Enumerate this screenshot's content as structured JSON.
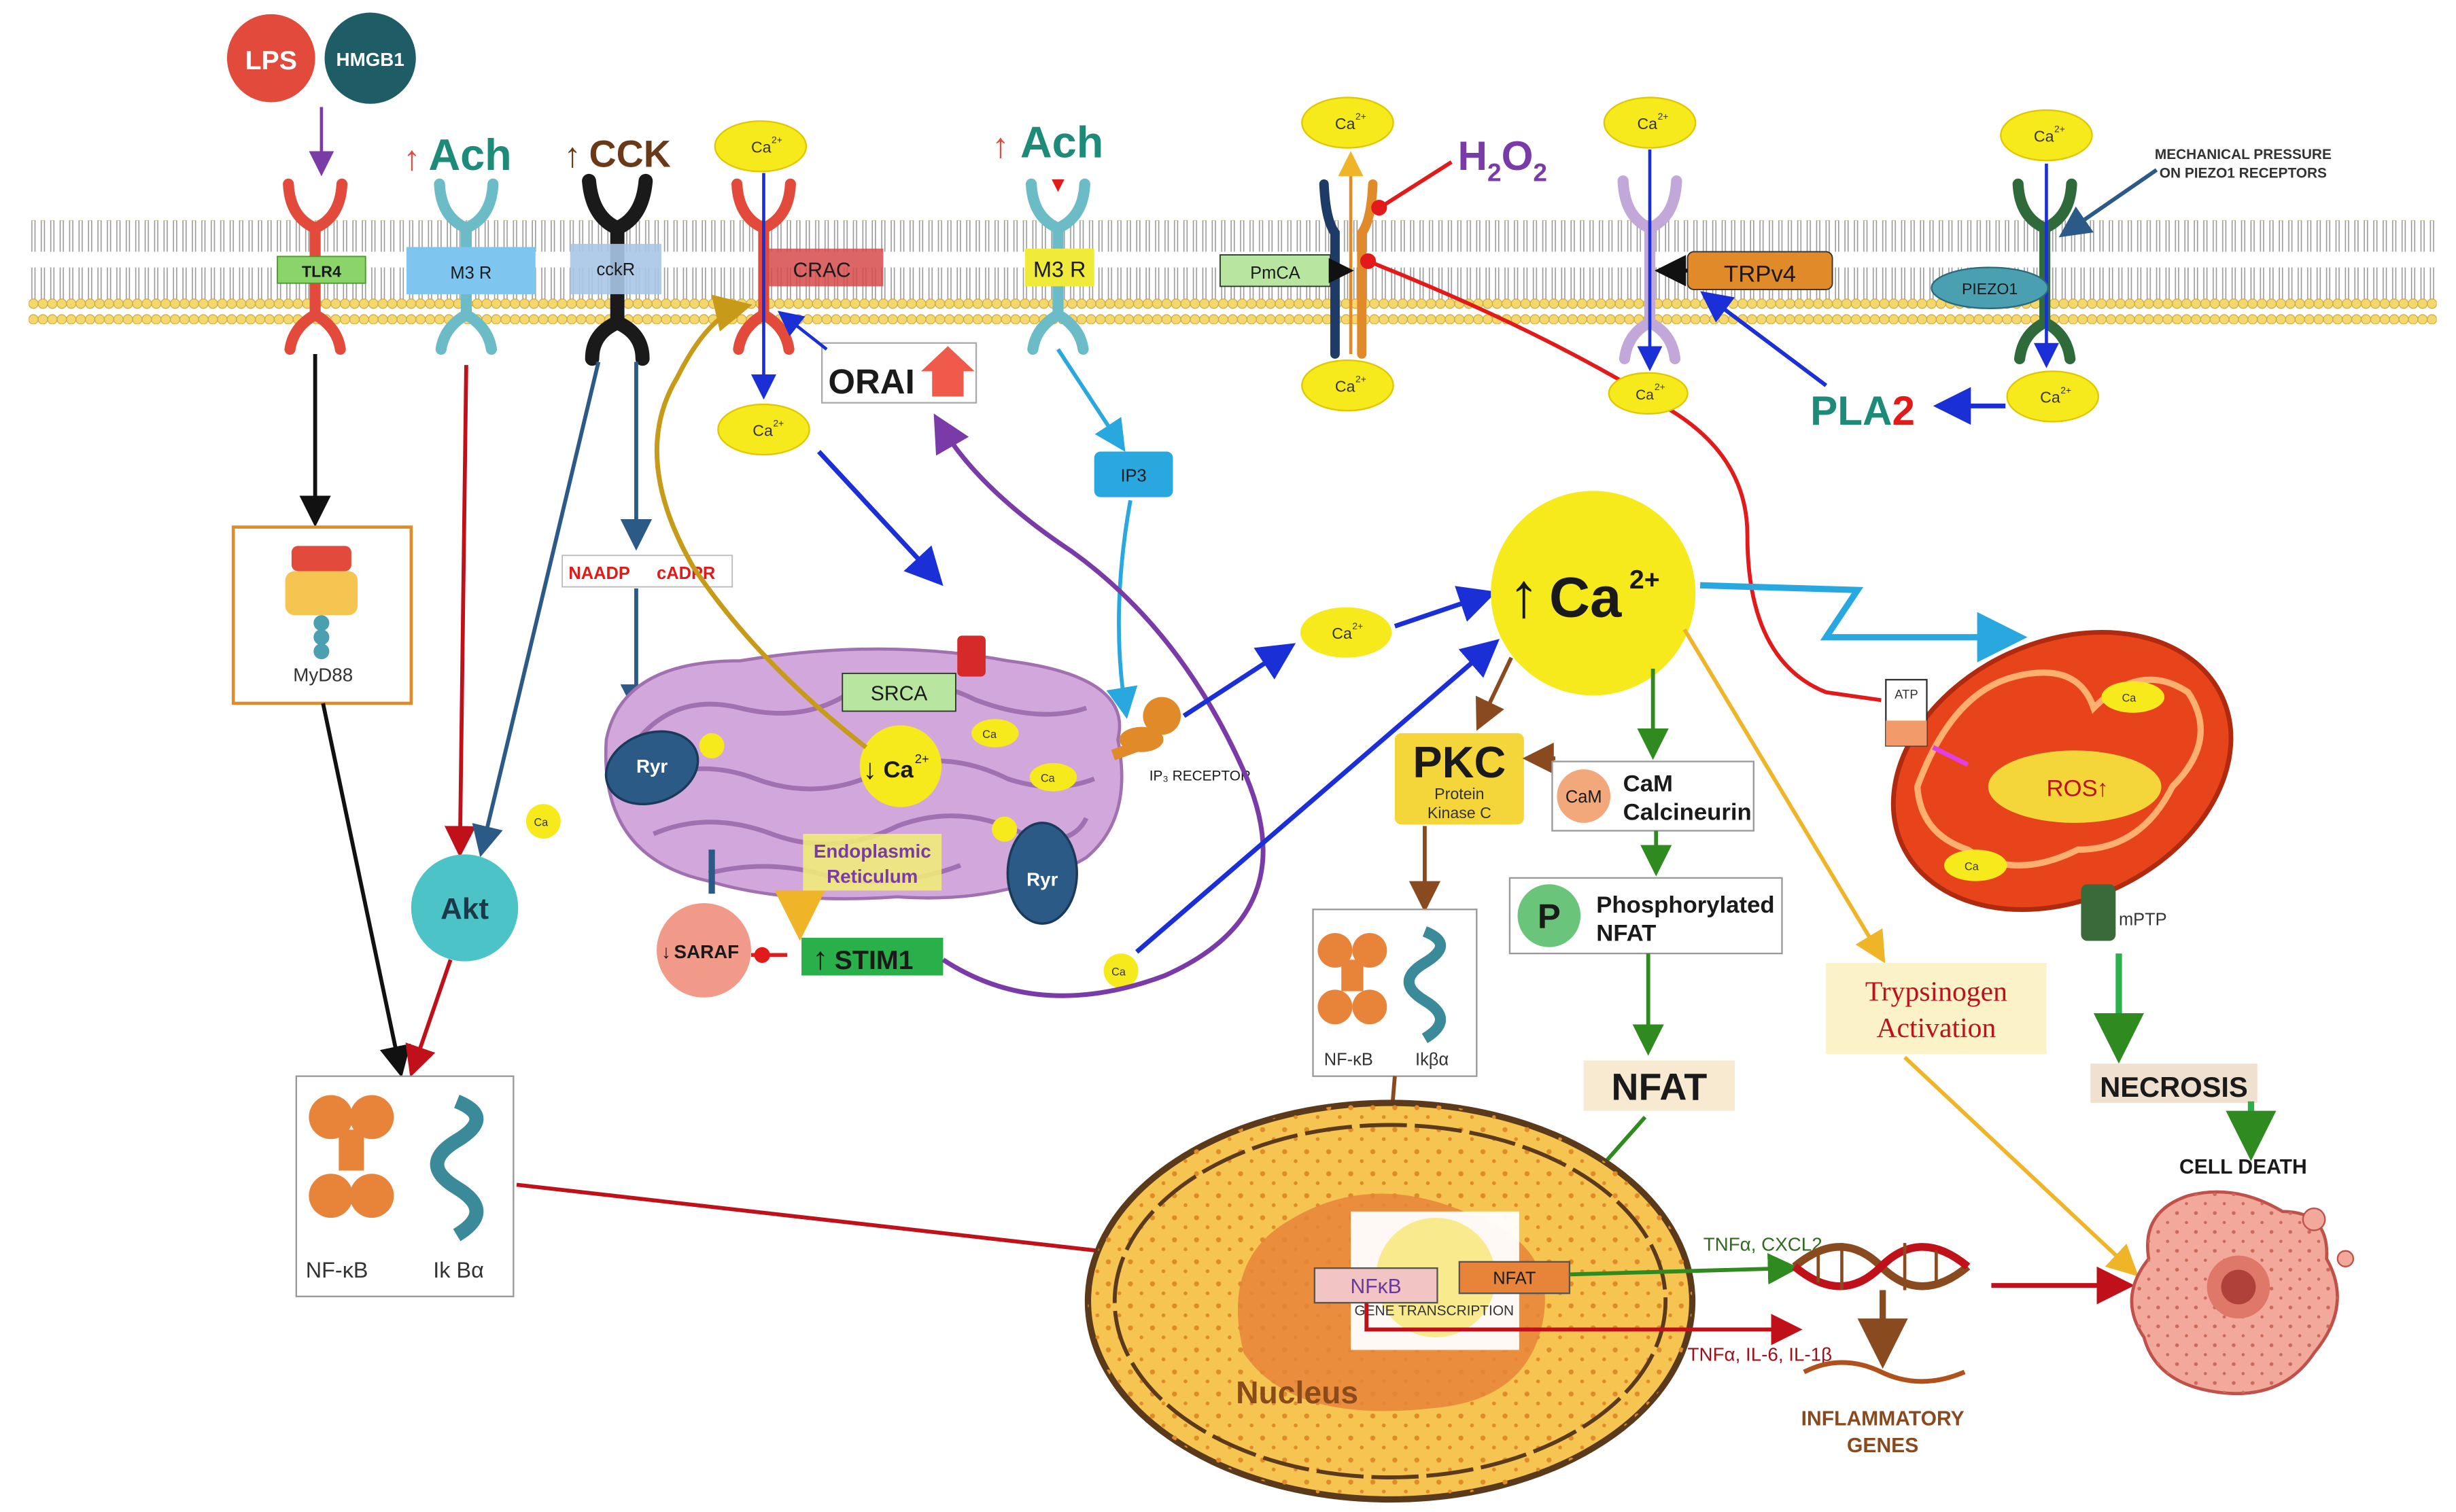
{
  "colors": {
    "membrane_head": "#f5d76e",
    "calcium_yellow": "#f7ea1c",
    "er_purple": "#c99bd6",
    "mito_orange": "#e8441b",
    "nucleus_yellow": "#f5c451",
    "arrow_blue": "#1a2fd6",
    "arrow_red": "#c0101a",
    "arrow_green": "#2f8a1f",
    "arrow_purple": "#7a3aa8",
    "arrow_gold": "#f0b429"
  },
  "inputs": {
    "lps": "LPS",
    "hmgb1": "HMGB1"
  },
  "receptors": {
    "tlr4": "TLR4",
    "m3r_left": "M3 R",
    "cckr": "cckR",
    "crac": "CRAC",
    "m3r_right": "M3 R",
    "pmca": "PmCA",
    "trpv4": "TRPv4",
    "piezo1": "PIEZO1"
  },
  "ligands": {
    "ach_left": "Ach",
    "cck": "CCK",
    "ach_right": "Ach",
    "h2o2_main": "H",
    "h2o2_sub1": "2",
    "h2o2_o": "O",
    "h2o2_sub2": "2"
  },
  "mechanical_label_line1": "MECHANICAL PRESSURE",
  "mechanical_label_line2": "ON PIEZO1 RECEPTORS",
  "calcium_label": "Ca",
  "calcium_charge": "2+",
  "orai": "ORAI",
  "pla2_main": "PLA",
  "pla2_sub": "2",
  "ip3": "IP3",
  "myd88": "MyD88",
  "naadp": "NAADP",
  "cadpr": "cADPR",
  "srca": "SRCA",
  "ryr": "Ryr",
  "er_line1": "Endoplasmic",
  "er_line2": "Reticulum",
  "ip3_receptor": "IP₃ RECEPTOR",
  "saraf": "SARAF",
  "stim1": "STIM1",
  "akt": "Akt",
  "big_calcium": "Ca",
  "pkc": "PKC",
  "pkc_sub1": "Protein",
  "pkc_sub2": "Kinase C",
  "cam": "CaM",
  "cam_line1": "CaM",
  "cam_line2": "Calcineurin",
  "p_badge": "P",
  "phos_line1": "Phosphorylated",
  "phos_line2": "NFAT",
  "nfat": "NFAT",
  "nfkb": "NF-κB",
  "ikba": "Ik Bα",
  "ikba_small": "Ikβα",
  "nfkb_box": "NFκB",
  "nfat_box": "NFAT",
  "gene_transcription": "GENE TRANSCRIPTION",
  "nucleus": "Nucleus",
  "tnfa_cxcl2": "TNFα, CXCL2",
  "tnfa_il": "TNFα, IL-6, IL-1β",
  "inflammatory_line1": "INFLAMMATORY",
  "inflammatory_line2": "GENES",
  "trypsinogen_line1": "Trypsinogen",
  "trypsinogen_line2": "Activation",
  "atp": "ATP",
  "ros": "ROS",
  "mptp": "mPTP",
  "necrosis": "NECROSIS",
  "cell_death": "CELL DEATH"
}
